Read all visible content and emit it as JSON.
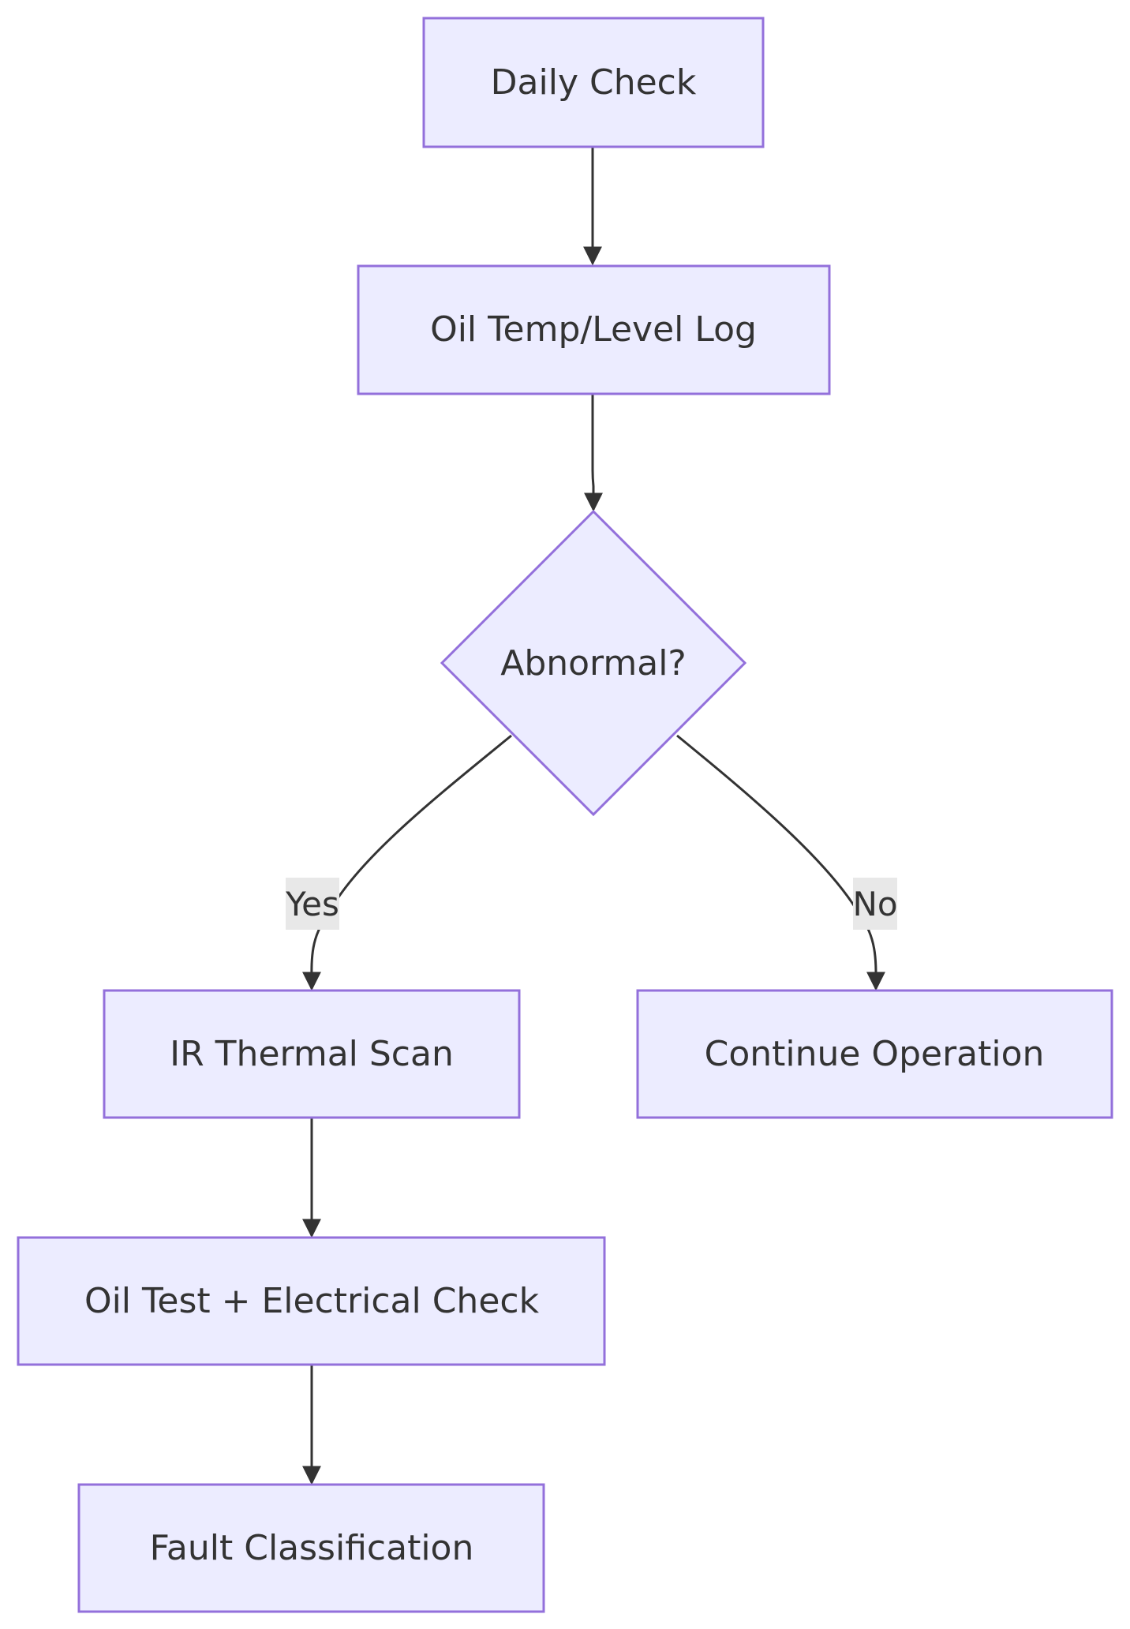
{
  "diagram": {
    "type": "flowchart",
    "colors": {
      "node_fill": "#ECECFF",
      "node_stroke": "#9370DB",
      "edge": "#333333",
      "text": "#333333",
      "edge_label_bg": "#E8E8E8"
    },
    "nodes": {
      "daily_check": "Daily Check",
      "oil_log": "Oil Temp/Level Log",
      "abnormal": "Abnormal?",
      "ir_scan": "IR Thermal Scan",
      "continue_op": "Continue Operation",
      "oil_test": "Oil Test + Electrical Check",
      "fault_class": "Fault Classification"
    },
    "edge_labels": {
      "yes": "Yes",
      "no": "No"
    },
    "edges": [
      {
        "from": "daily_check",
        "to": "oil_log",
        "label": ""
      },
      {
        "from": "oil_log",
        "to": "abnormal",
        "label": ""
      },
      {
        "from": "abnormal",
        "to": "ir_scan",
        "label": "Yes"
      },
      {
        "from": "abnormal",
        "to": "continue_op",
        "label": "No"
      },
      {
        "from": "ir_scan",
        "to": "oil_test",
        "label": ""
      },
      {
        "from": "oil_test",
        "to": "fault_class",
        "label": ""
      }
    ]
  }
}
